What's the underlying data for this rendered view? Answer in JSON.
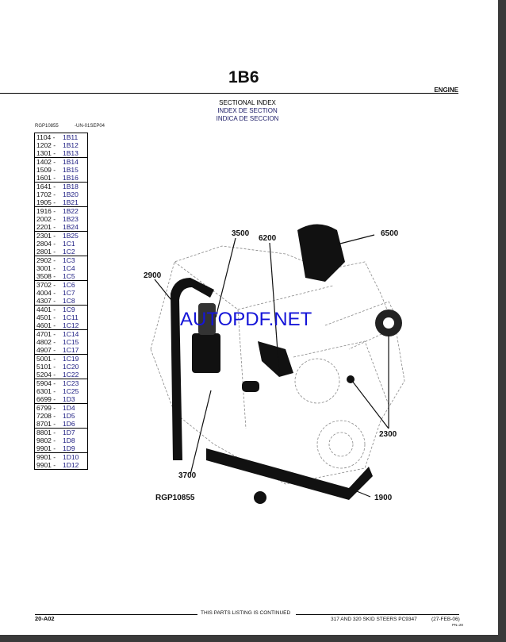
{
  "header": {
    "title": "1B6",
    "section": "ENGINE"
  },
  "index_heading": [
    "SECTIONAL INDEX",
    "INDEX DE SECTION",
    "INDICA DE SECCION"
  ],
  "ref": {
    "figure": "RGP10855",
    "code": "-UN-01SEP04"
  },
  "index_groups": [
    [
      [
        "1104 -",
        "1B11"
      ],
      [
        "1202 -",
        "1B12"
      ],
      [
        "1301 -",
        "1B13"
      ]
    ],
    [
      [
        "1402 -",
        "1B14"
      ],
      [
        "1509 -",
        "1B15"
      ],
      [
        "1601 -",
        "1B16"
      ]
    ],
    [
      [
        "1641 -",
        "1B18"
      ],
      [
        "1702 -",
        "1B20"
      ],
      [
        "1905 -",
        "1B21"
      ]
    ],
    [
      [
        "1916 -",
        "1B22"
      ],
      [
        "2002 -",
        "1B23"
      ],
      [
        "2201 -",
        "1B24"
      ]
    ],
    [
      [
        "2301 -",
        "1B25"
      ],
      [
        "2804 -",
        "1C1"
      ],
      [
        "2801 -",
        "1C2"
      ]
    ],
    [
      [
        "2902 -",
        "1C3"
      ],
      [
        "3001 -",
        "1C4"
      ],
      [
        "3508 -",
        "1C5"
      ]
    ],
    [
      [
        "3702 -",
        "1C6"
      ],
      [
        "4004 -",
        "1C7"
      ],
      [
        "4307 -",
        "1C8"
      ]
    ],
    [
      [
        "4401 -",
        "1C9"
      ],
      [
        "4501 -",
        "1C11"
      ],
      [
        "4601 -",
        "1C12"
      ]
    ],
    [
      [
        "4701 -",
        "1C14"
      ],
      [
        "4802 -",
        "1C15"
      ],
      [
        "4907 -",
        "1C17"
      ]
    ],
    [
      [
        "5001 -",
        "1C19"
      ],
      [
        "5101 -",
        "1C20"
      ],
      [
        "5204 -",
        "1C22"
      ]
    ],
    [
      [
        "5904 -",
        "1C23"
      ],
      [
        "6301 -",
        "1C25"
      ],
      [
        "6699 -",
        "1D3"
      ]
    ],
    [
      [
        "6799 -",
        "1D4"
      ],
      [
        "7208 -",
        "1D5"
      ],
      [
        "8701 -",
        "1D6"
      ]
    ],
    [
      [
        "8801 -",
        "1D7"
      ],
      [
        "9802 -",
        "1D8"
      ],
      [
        "9901 -",
        "1D9"
      ]
    ],
    [
      [
        "9901 -",
        "1D10"
      ],
      [
        "9901 -",
        "1D12"
      ]
    ]
  ],
  "callouts": {
    "c3500": "3500",
    "c6200": "6200",
    "c6500": "6500",
    "c2900": "2900",
    "c2300": "2300",
    "c3700": "3700",
    "c1900": "1900"
  },
  "figure_label": "RGP10855",
  "watermark": "AUTOPDF.NET",
  "footer": {
    "page": "20-A02",
    "continued": "THIS PARTS LISTING IS CONTINUED",
    "model": "317 AND 320 SKID STEERS   PC9347",
    "date": "(27-FEB-06)",
    "pn": "PN=28"
  }
}
